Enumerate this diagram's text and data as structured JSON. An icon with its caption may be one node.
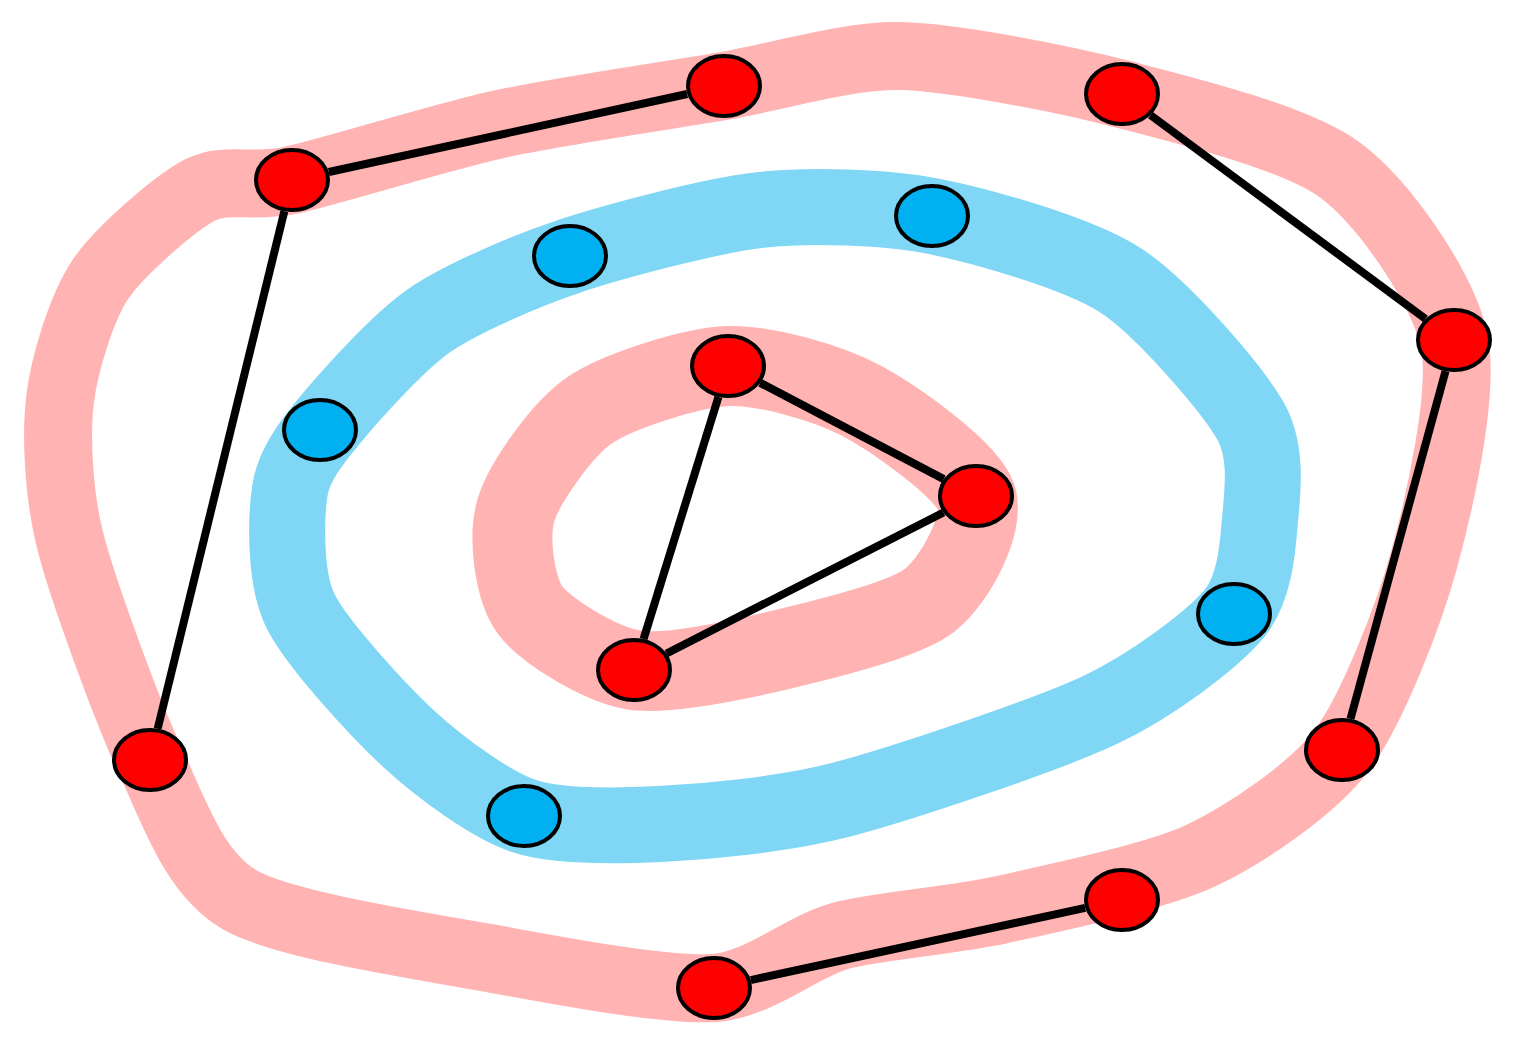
{
  "diagram": {
    "nodes": [
      {
        "text": [],
        "shape": "circle"
      },
      {
        "text": [],
        "shape": "circle"
      },
      {
        "text": [],
        "shape": "circle"
      },
      {
        "text": [],
        "shape": "circle"
      },
      {
        "text": [],
        "shape": "circle"
      },
      {
        "text": [],
        "shape": "circle"
      },
      {
        "text": [],
        "shape": "circle"
      },
      {
        "text": [],
        "shape": "circle"
      },
      {
        "text": [],
        "shape": "circle"
      },
      {
        "text": [],
        "shape": "circle"
      },
      {
        "text": [],
        "shape": "circle"
      },
      {
        "text": [],
        "shape": "circle"
      },
      {
        "text": [],
        "shape": "circle"
      },
      {
        "text": [],
        "shape": "circle"
      },
      {
        "text": [],
        "shape": "circle"
      },
      {
        "text": [],
        "shape": "circle"
      }
    ],
    "edges": [
      {
        "from": 2,
        "to": 0,
        "arrow": "none"
      },
      {
        "from": 2,
        "to": 12,
        "arrow": "none"
      },
      {
        "from": 1,
        "to": 5,
        "arrow": "none"
      },
      {
        "from": 5,
        "to": 11,
        "arrow": "none"
      },
      {
        "from": 15,
        "to": 14,
        "arrow": "none"
      },
      {
        "from": 6,
        "to": 8,
        "arrow": "none"
      },
      {
        "from": 6,
        "to": 10,
        "arrow": "none"
      },
      {
        "from": 10,
        "to": 8,
        "arrow": "none"
      }
    ]
  }
}
